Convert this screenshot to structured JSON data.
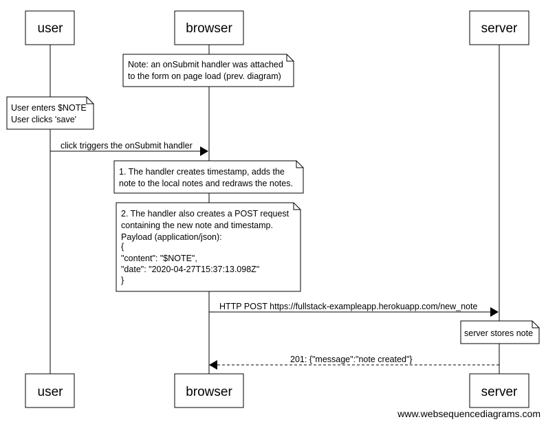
{
  "actors": {
    "user": "user",
    "browser": "browser",
    "server": "server"
  },
  "notes": {
    "onsubmit": [
      "Note: an onSubmit handler was attached",
      "to the form on page load (prev. diagram)"
    ],
    "user_action": [
      "User enters $NOTE",
      "User clicks 'save'"
    ],
    "handler_1": [
      "1. The handler creates timestamp, adds the",
      "note to the local notes and redraws the notes."
    ],
    "handler_2": [
      "2. The handler also creates a POST request",
      "containing the new note and timestamp.",
      "Payload (application/json):",
      "{",
      "\"content\": \"$NOTE\",",
      "\"date\": \"2020-04-27T15:37:13.098Z\"",
      "}"
    ],
    "server_store": [
      "server stores note"
    ]
  },
  "messages": {
    "click": "click triggers the onSubmit handler",
    "post": "HTTP POST https://fullstack-exampleapp.herokuapp.com/new_note",
    "response": "201: {\"message\":\"note created\"}"
  },
  "credit": "www.websequencediagrams.com"
}
